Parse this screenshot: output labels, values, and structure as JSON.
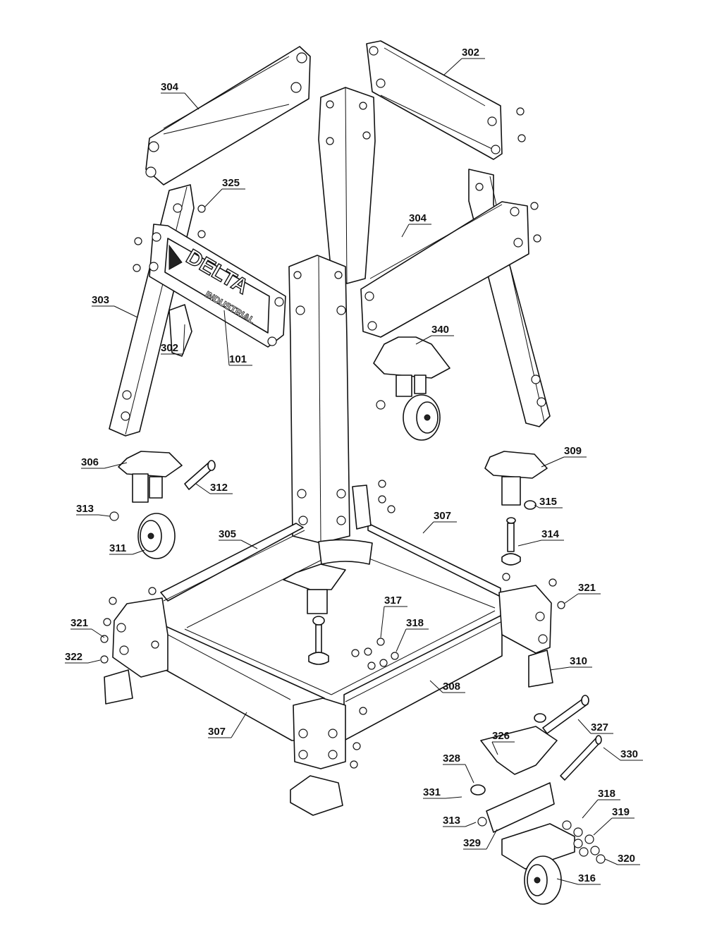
{
  "diagram": {
    "callouts": [
      "304",
      "302",
      "325",
      "304",
      "340",
      "303",
      "302",
      "101",
      "306",
      "309",
      "312",
      "313",
      "315",
      "311",
      "305",
      "307",
      "314",
      "321",
      "317",
      "318",
      "321",
      "322",
      "310",
      "308",
      "307",
      "327",
      "326",
      "330",
      "328",
      "331",
      "318",
      "319",
      "313",
      "320",
      "329",
      "316"
    ],
    "logo": {
      "brand": "DELTA",
      "sub": "INDUSTRIAL"
    }
  }
}
